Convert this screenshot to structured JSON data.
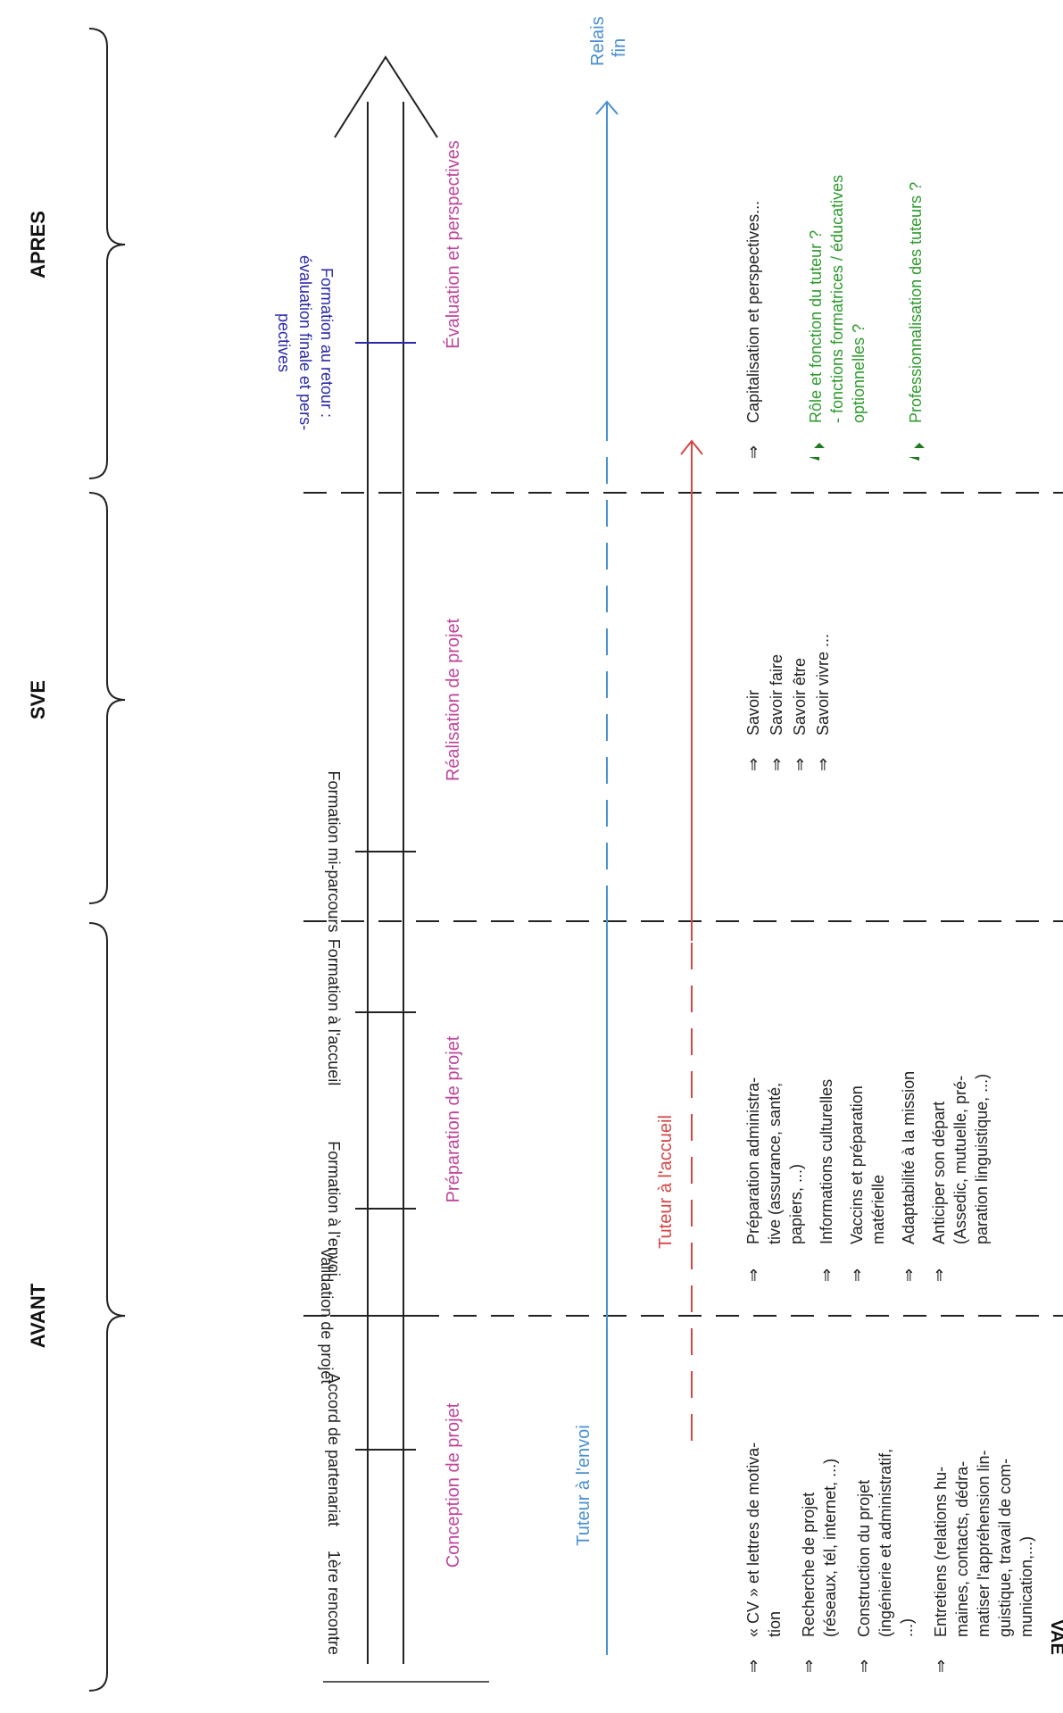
{
  "phases": [
    {
      "key": "avant",
      "label": "AVANT"
    },
    {
      "key": "sve",
      "label": "SVE"
    },
    {
      "key": "apres",
      "label": "APRES"
    }
  ],
  "milestones": [
    {
      "key": "rencontre",
      "label": "1ère rencontre"
    },
    {
      "key": "accord",
      "label": "Accord de partenariat"
    },
    {
      "key": "validation",
      "label": "Validation de projet"
    },
    {
      "key": "formation-envoi",
      "label": "Formation à l'envoi"
    },
    {
      "key": "formation-accueil",
      "label": "Formation à l'accueil"
    },
    {
      "key": "formation-mi-parcours",
      "label": "Formation mi-parcours"
    },
    {
      "key": "formation-retour",
      "lines": [
        "Formation  au retour :",
        "évaluation finale et pers-",
        "pectives"
      ]
    }
  ],
  "stages": [
    {
      "key": "conception",
      "label": "Conception de projet"
    },
    {
      "key": "preparation",
      "label": "Préparation de projet"
    },
    {
      "key": "realisation",
      "label": "Réalisation de projet"
    },
    {
      "key": "evaluation",
      "label": "Évaluation et perspectives"
    }
  ],
  "tutors": {
    "envoi": "Tuteur à l'envoi",
    "accueil": "Tuteur à l'accueil",
    "relais": [
      "Relais",
      "fin"
    ]
  },
  "bottom_label": "VAE",
  "arrow_glyph": "⇒",
  "items": {
    "avant": [
      [
        "« CV » et lettres de motiva-",
        "tion"
      ],
      [
        "Recherche    de    projet",
        "(réseaux, tél, internet, ...)"
      ],
      [
        "Construction    du    projet",
        "(ingénierie et administratif,",
        "...)"
      ],
      [
        "Entretiens    (relations   hu-",
        "maines,   contacts,   dédra-",
        "matiser l'appréhension lin-",
        "guistique,  travail  de  com-",
        "munication,...)"
      ]
    ],
    "preparation": [
      [
        "Préparation      administra-",
        "tive   (assurance,    santé,",
        "papiers, ...)"
      ],
      [
        "Informations culturelles"
      ],
      [
        "Vaccins     et     préparation",
        "matérielle"
      ],
      [
        "Adaptabilité à la mission"
      ],
      [
        "Anticiper       son      départ",
        "(Assedic, mutuelle, pré-",
        "paration linguistique, ...)"
      ]
    ],
    "sve": [
      "Savoir",
      "Savoir faire",
      "Savoir être",
      "Savoir vivre ..."
    ],
    "apres": "Capitalisation et perspectives...",
    "questions": [
      [
        "Rôle et fonction du tuteur ?",
        " - fonctions  formatrices  /  éducatives",
        "optionnelles ?"
      ],
      [
        "Professionnalisation des tuteurs ?"
      ]
    ]
  },
  "colors": {
    "line": "#222222",
    "stage": "#c0449a",
    "tutor_envoi": "#4a8fd0",
    "tutor_accueil": "#d64545",
    "retour": "#2a2aa8",
    "question": "#2e9a2e",
    "question_icon": "#1e7a1e"
  }
}
